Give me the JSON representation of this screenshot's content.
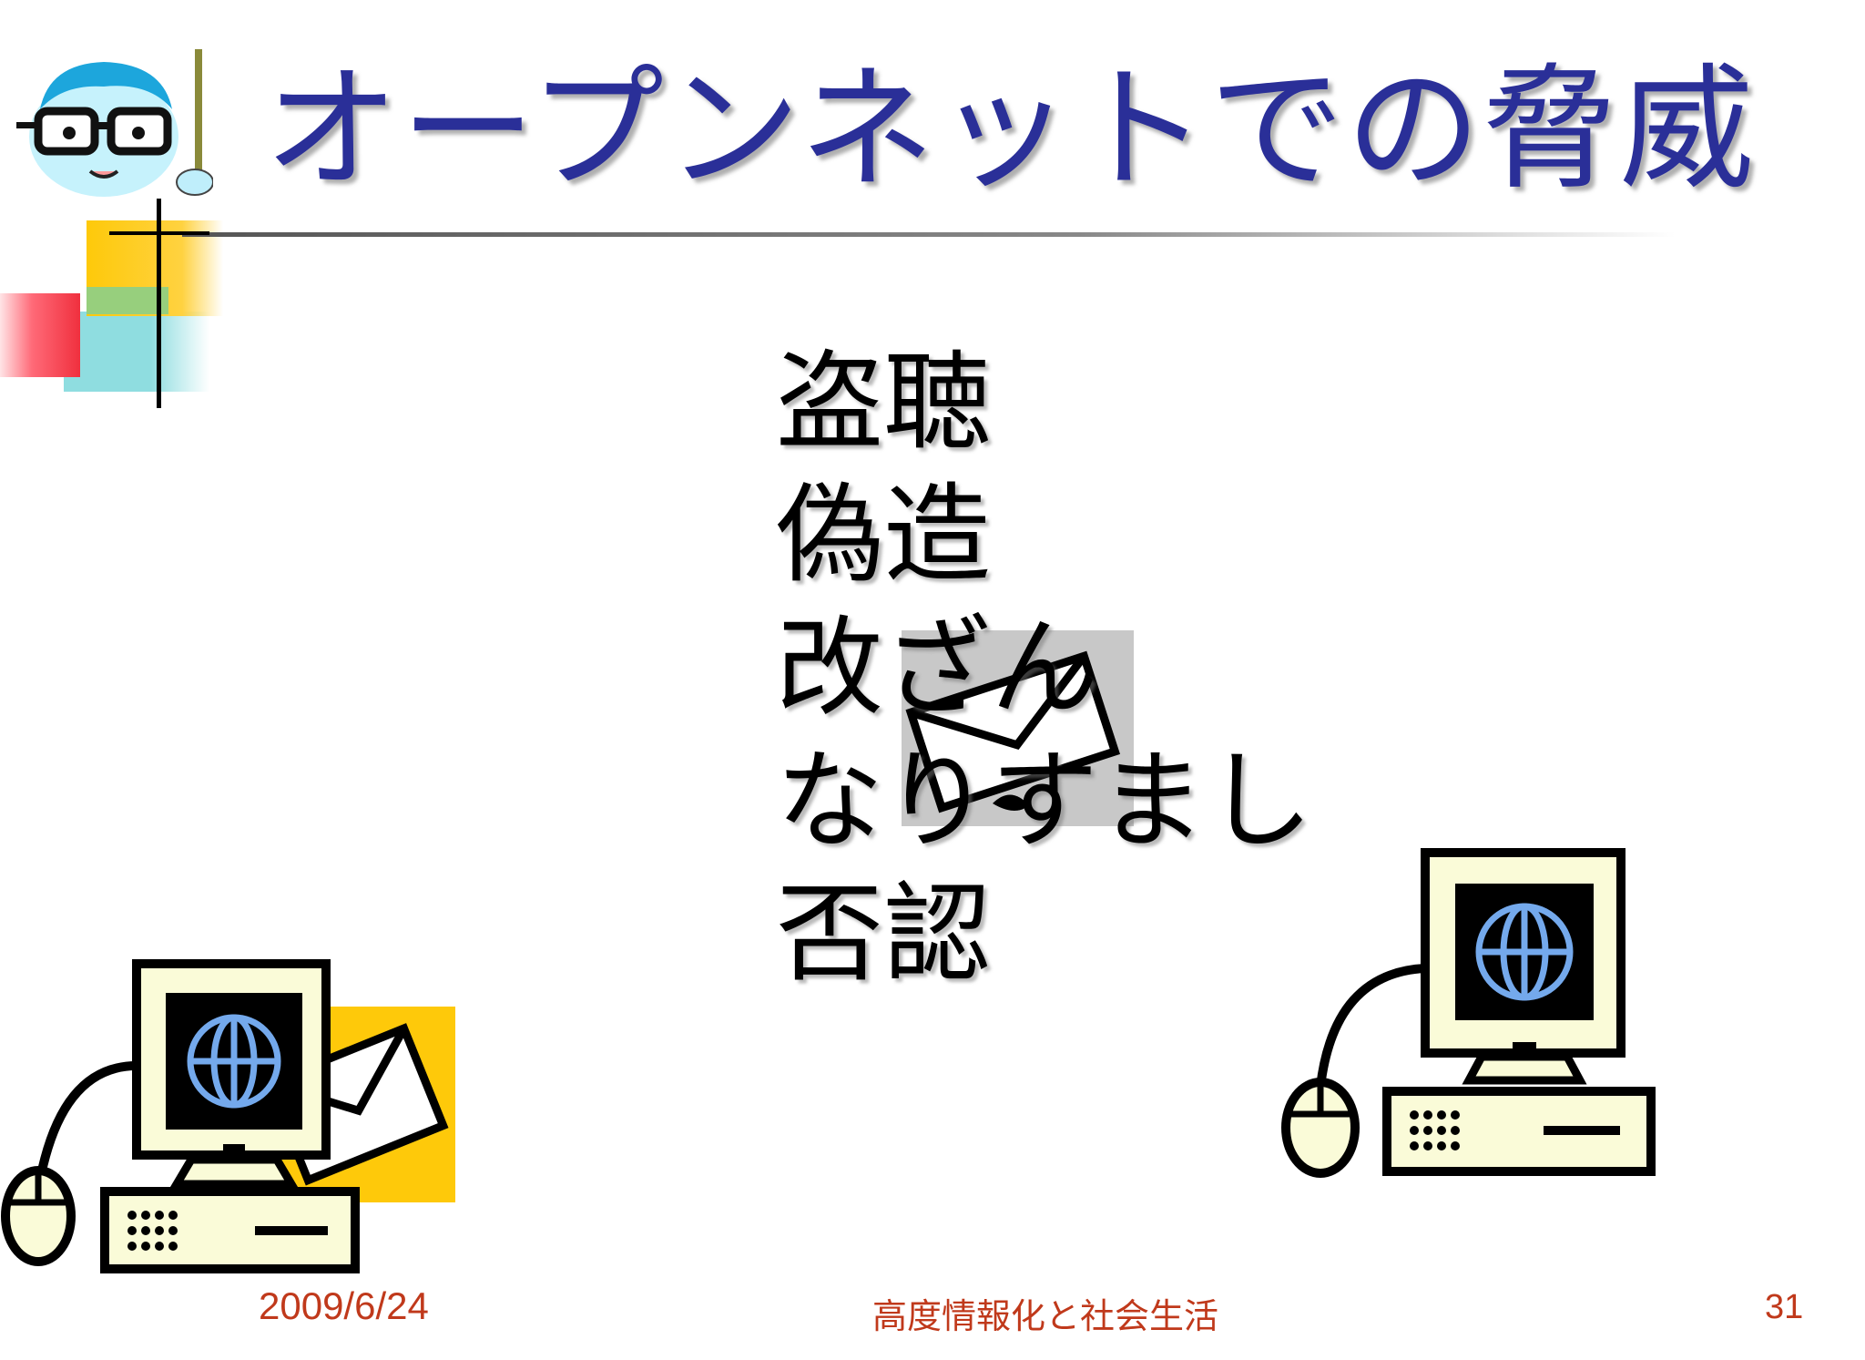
{
  "slide": {
    "title": "オープンネットでの脅威",
    "threats": [
      "盗聴",
      "偽造",
      "改ざん",
      "なりすまし",
      "否認"
    ]
  },
  "footer": {
    "date": "2009/6/24",
    "course": "高度情報化と社会生活",
    "page": "31"
  },
  "icons": {
    "mascot": "teacher-mascot-icon",
    "pc_left": "computer-icon",
    "pc_right": "computer-icon",
    "mail_left": "envelope-icon",
    "mail_center": "envelope-icon"
  },
  "colors": {
    "title": "#2a2f98",
    "footer": "#c0391b",
    "accent_yellow": "#fec90a",
    "monitor_fill": "#fafbd8",
    "globe": "#74a9ec"
  }
}
